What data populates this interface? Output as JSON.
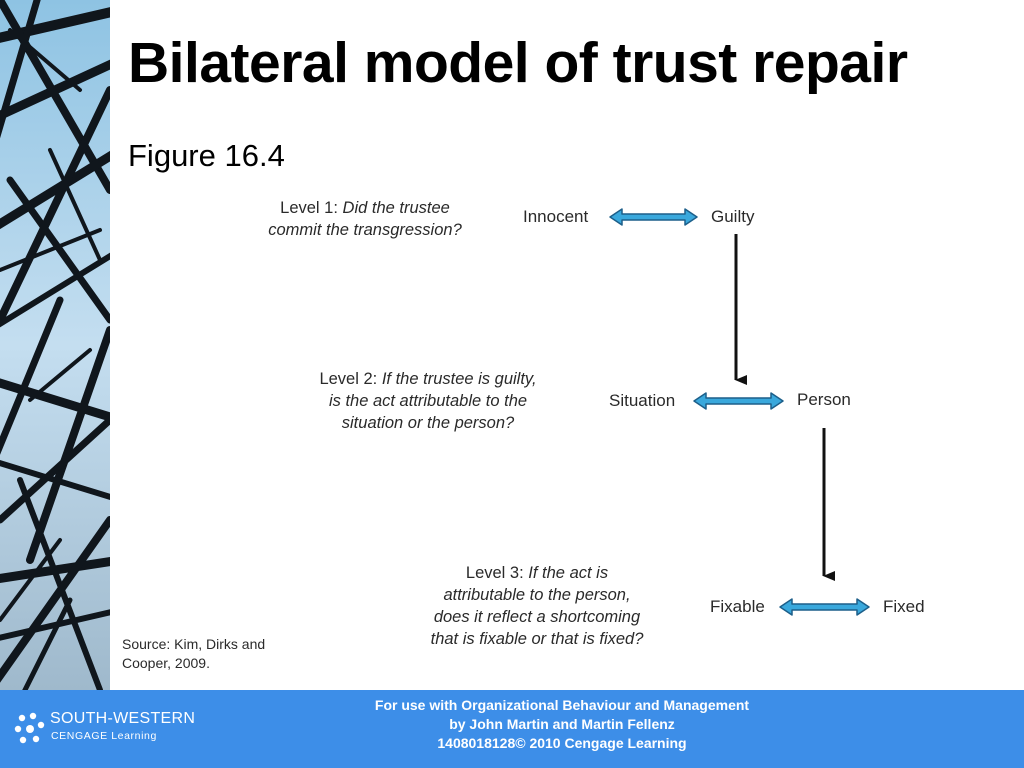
{
  "slide": {
    "title": "Bilateral model of trust repair",
    "figure_label": "Figure 16.4"
  },
  "levels": [
    {
      "prefix": "Level 1:",
      "question_line1": "Did the trustee",
      "line2": "commit the transgression?",
      "options": [
        "Innocent",
        "Guilty"
      ]
    },
    {
      "prefix": "Level 2:",
      "question_line1": "If the trustee is guilty,",
      "line2": "is the act attributable to the",
      "line3": "situation or the person?",
      "options": [
        "Situation",
        "Person"
      ]
    },
    {
      "prefix": "Level 3:",
      "question_line1": "If the act is",
      "line2": "attributable to the person,",
      "line3": "does it reflect a shortcoming",
      "line4": "that is fixable or that is fixed?",
      "options": [
        "Fixable",
        "Fixed"
      ]
    }
  ],
  "source": {
    "line1": "Source: Kim, Dirks and",
    "line2": "Cooper, 2009."
  },
  "footer": {
    "line1": "For use with Organizational Behaviour and Management",
    "line2": "by John Martin and Martin Fellenz",
    "line3": "1408018128© 2010 Cengage Learning"
  },
  "logo": {
    "line1": "SOUTH-WESTERN",
    "line2": "CENGAGE Learning"
  },
  "colors": {
    "arrow_fill": "#3aa8dc",
    "arrow_stroke": "#1d5f8a",
    "footer_bg": "#3d8ee8",
    "side_art_bg": "#a9cde6"
  }
}
